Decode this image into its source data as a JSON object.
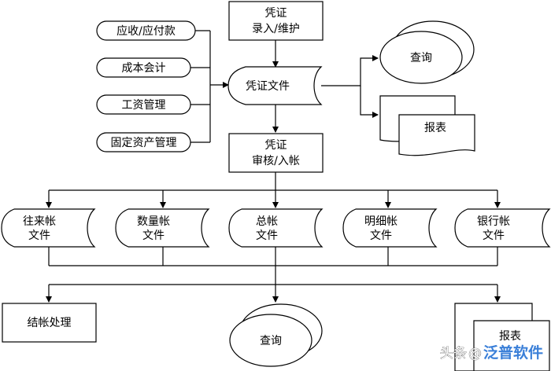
{
  "colors": {
    "line": "#000000",
    "fill": "#ffffff",
    "watermark_logo": "#3a7fd8"
  },
  "modules": {
    "receivable": "应收/应付款",
    "cost": "成本会计",
    "wage": "工资管理",
    "asset": "固定资产管理"
  },
  "process": {
    "entry": [
      "凭证",
      "录入/维护"
    ],
    "audit": [
      "凭证",
      "审核/入帐"
    ],
    "closing": "结帐处理"
  },
  "files": {
    "voucher": "凭证文件",
    "ledger_current": [
      "往来帐",
      "文件"
    ],
    "ledger_quantity": [
      "数量帐",
      "文件"
    ],
    "ledger_general": [
      "总帐",
      "文件"
    ],
    "ledger_detail": [
      "明细帐",
      "文件"
    ],
    "ledger_bank": [
      "银行帐",
      "文件"
    ]
  },
  "outputs": {
    "query_top": "查询",
    "report_top": "报表",
    "query_bottom": "查询",
    "report_bottom": "报表"
  },
  "watermark": {
    "prefix": "头条",
    "at": "@",
    "name": "泛普软件"
  }
}
